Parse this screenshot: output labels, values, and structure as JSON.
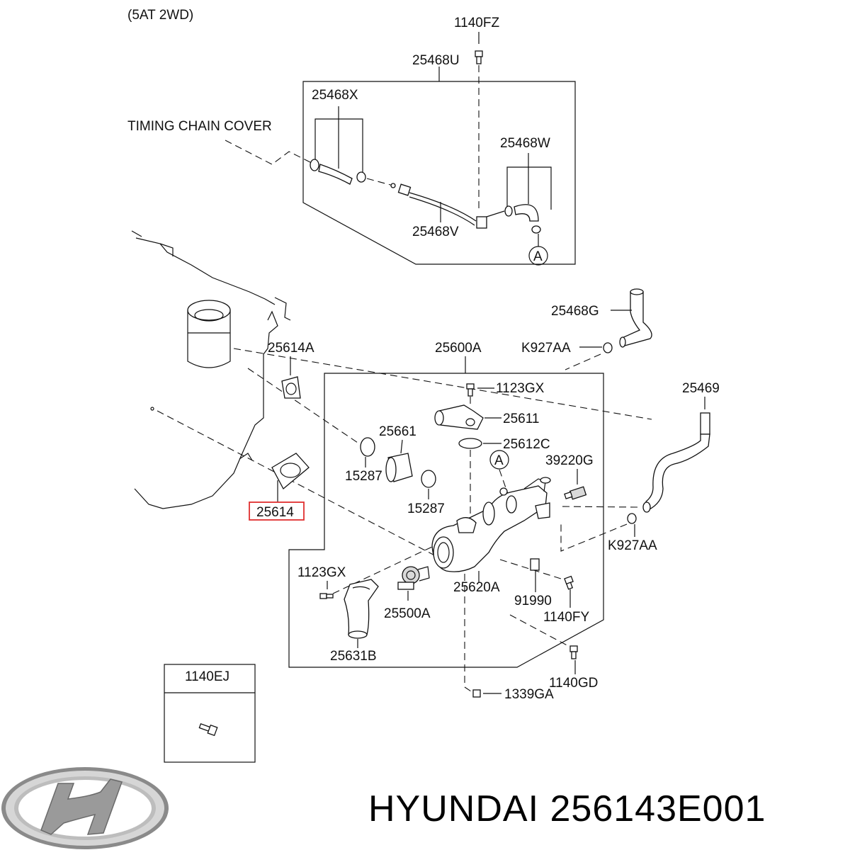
{
  "header": {
    "config_note": "(5AT 2WD)"
  },
  "callouts": {
    "timing_chain_cover": "TIMING CHAIN COVER",
    "p1140FZ": "1140FZ",
    "p25468U": "25468U",
    "p25468X": "25468X",
    "p25468W": "25468W",
    "p25468V": "25468V",
    "ref_a": "A",
    "ref_a2": "A",
    "p25468G": "25468G",
    "p25614A": "25614A",
    "p25600A": "25600A",
    "pK927AA_top": "K927AA",
    "p1123GX_top": "1123GX",
    "p25469": "25469",
    "p25611": "25611",
    "p25661": "25661",
    "p25612C": "25612C",
    "p15287_a": "15287",
    "p39220G": "39220G",
    "p15287_b": "15287",
    "p25614": "25614",
    "pK927AA_right": "K927AA",
    "p1123GX_bottom": "1123GX",
    "p25620A": "25620A",
    "p91990": "91990",
    "p25500A": "25500A",
    "p1140FY": "1140FY",
    "p25631B": "25631B",
    "p1140EJ": "1140EJ",
    "p1140GD": "1140GD",
    "p1339GA": "1339GA"
  },
  "highlight": {
    "part": "25614",
    "color": "#e03030"
  },
  "footer": {
    "brand_part": "HYUNDAI 256143E001"
  }
}
